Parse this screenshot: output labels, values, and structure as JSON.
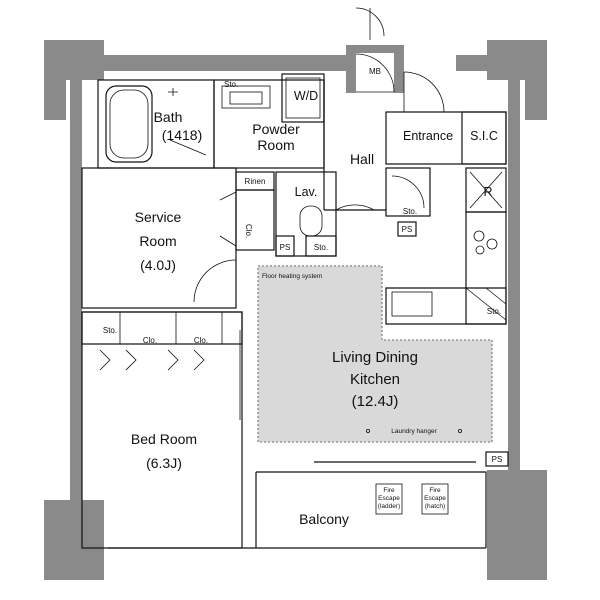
{
  "rooms": {
    "bath": {
      "name": "Bath",
      "size": "(1418)"
    },
    "powder": {
      "line1": "Powder",
      "line2": "Room"
    },
    "wd": "W/D",
    "sto_top": "Sto.",
    "mb": "MB",
    "entrance": "Entrance",
    "sic": "S.I.C",
    "hall": "Hall",
    "rinen": "Rinen",
    "lav": "Lav.",
    "clo_service": "Clo.",
    "ps_small": "PS",
    "sto_small": "Sto.",
    "ps_entry": "PS",
    "sto_entry": "Sto.",
    "r_label": "R",
    "service": {
      "line1": "Service",
      "line2": "Room",
      "size": "(4.0J)"
    },
    "floor_heating": "Floor heating system",
    "sto_kitchen": "Sto.",
    "ldk": {
      "line1": "Living Dining",
      "line2": "Kitchen",
      "size": "(12.4J)"
    },
    "laundry": "Laundry hanger",
    "sto_bed": "Sto.",
    "clo_bed_1": "Clo.",
    "clo_bed_2": "Clo.",
    "bed": {
      "line1": "Bed Room",
      "size": "(6.3J)"
    },
    "ps_balcony": "PS",
    "balcony": "Balcony",
    "fire_escape_1": {
      "line1": "Fire",
      "line2": "Escape",
      "line3": "(ladder)"
    },
    "fire_escape_2": {
      "line1": "Fire",
      "line2": "Escape",
      "line3": "(hatch)"
    }
  }
}
